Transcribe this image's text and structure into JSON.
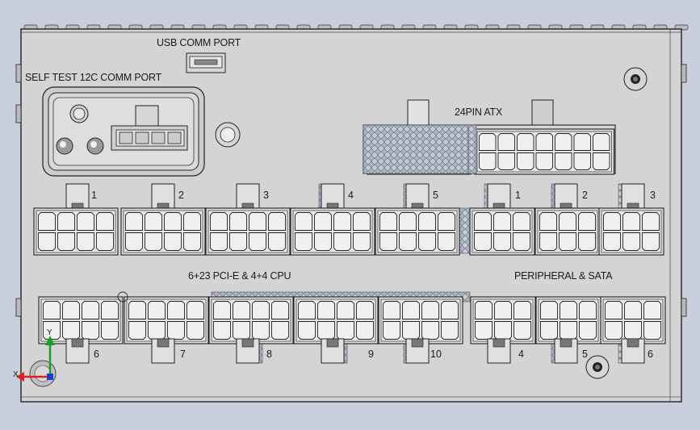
{
  "labels": {
    "usb": "USB COMM PORT",
    "selftest": "SELF TEST 12C COMM PORT",
    "atx": "24PIN ATX",
    "pcie": "6+23 PCI-E & 4+4 CPU",
    "peripheral": "PERIPHERAL & SATA"
  },
  "top_left_numbers": [
    "1",
    "2",
    "3",
    "4",
    "5"
  ],
  "top_right_numbers": [
    "1",
    "2",
    "3"
  ],
  "bottom_left_numbers": [
    "6",
    "7",
    "8",
    "9",
    "10"
  ],
  "bottom_right_numbers": [
    "4",
    "5",
    "6"
  ],
  "axis": {
    "x": "X",
    "y": "Y"
  },
  "colors": {
    "background": "#c9cfdc",
    "panel": "#d4d4d4",
    "outline": "#222222",
    "axis_x": "#e0201a",
    "axis_y": "#1a9e2a",
    "axis_z": "#1a3cd0"
  }
}
